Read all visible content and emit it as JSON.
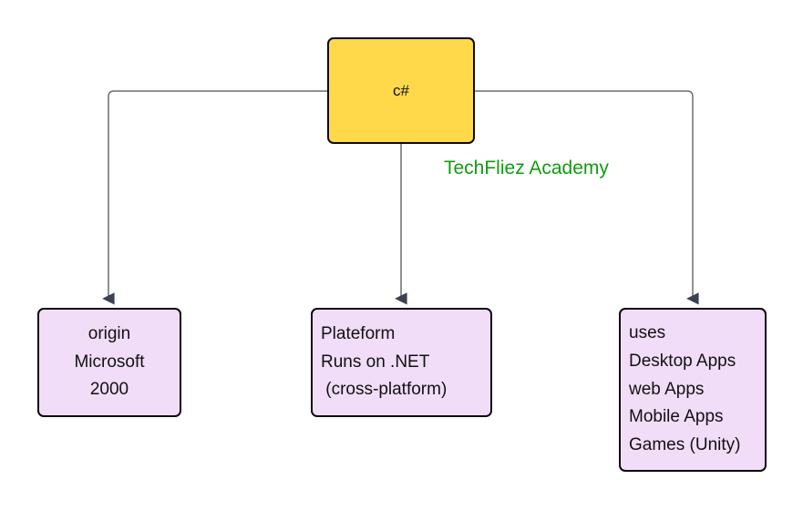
{
  "diagram": {
    "type": "flowchart",
    "background": "#ffffff",
    "root": {
      "id": "csharp",
      "label": "c#",
      "fill": "#ffd94a",
      "stroke": "#0b0b0b"
    },
    "annotation": {
      "text": "TechFliez Academy",
      "color": "#129b12"
    },
    "edge": {
      "stroke": "#6b6b75",
      "arrow_fill": "#3b4252"
    },
    "leaves": [
      {
        "id": "origin",
        "fill": "#f2ddf8",
        "stroke": "#0b0b0b",
        "align": "center",
        "lines": [
          "origin",
          "Microsoft",
          "2000"
        ],
        "text": "origin\nMicrosoft\n2000"
      },
      {
        "id": "platform",
        "fill": "#f2ddf8",
        "stroke": "#0b0b0b",
        "align": "left",
        "lines": [
          "Plateform",
          "Runs on .NET",
          " (cross-platform)"
        ],
        "text": "Plateform\nRuns on .NET\n (cross-platform)"
      },
      {
        "id": "uses",
        "fill": "#f2ddf8",
        "stroke": "#0b0b0b",
        "align": "left",
        "lines": [
          "uses",
          "Desktop Apps",
          "web Apps",
          "Mobile Apps",
          "Games (Unity)"
        ],
        "text": "uses\nDesktop Apps\nweb Apps\nMobile Apps\nGames (Unity)"
      }
    ]
  }
}
